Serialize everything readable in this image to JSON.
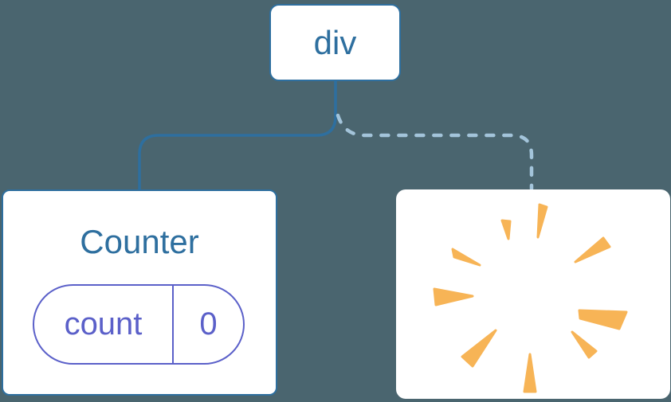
{
  "diagram": {
    "description": "component tree: div parent with Counter child (solid link, state kept) and removed child (dashed link, poof)",
    "root": {
      "label": "div"
    },
    "counter": {
      "title": "Counter",
      "state_name": "count",
      "state_value": "0"
    },
    "destroyed": {
      "icon": "poof-starburst"
    },
    "connectors": [
      {
        "target": "counter",
        "style": "solid"
      },
      {
        "target": "destroyed",
        "style": "dashed"
      }
    ]
  },
  "colors": {
    "background": "#4a656f",
    "node_border_and_text_blue": "#2e6f9f",
    "dashed_connector": "#a3c4da",
    "state_purple": "#5b60c9",
    "poof_orange": "#f7b456",
    "card_white": "#ffffff"
  }
}
